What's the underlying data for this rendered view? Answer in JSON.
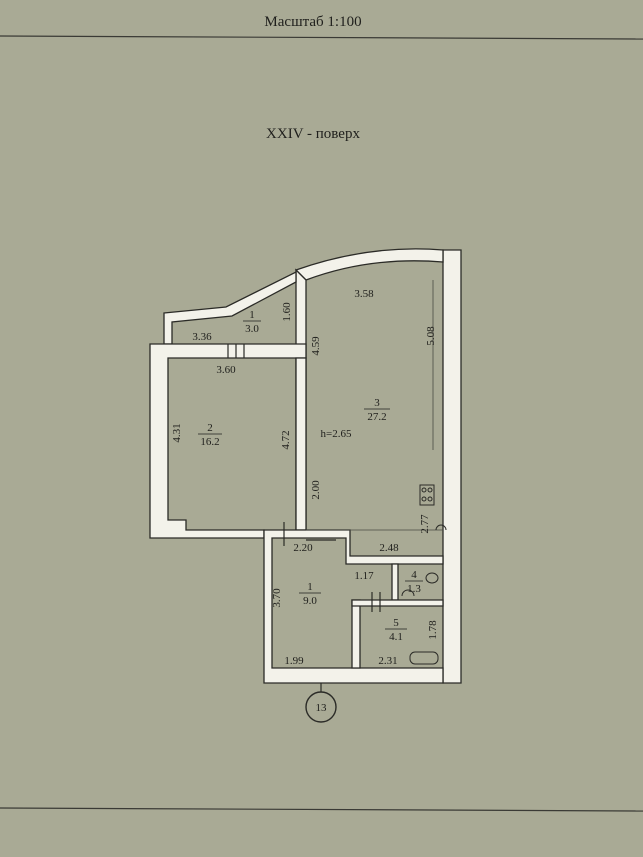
{
  "header": {
    "scale": "Масштаб 1:100"
  },
  "floor_title": "XXIV - поверх",
  "rooms": [
    {
      "number": "1",
      "area": "3.0"
    },
    {
      "number": "2",
      "area": "16.2"
    },
    {
      "number": "3",
      "area": "27.2"
    },
    {
      "number": "1",
      "area": "9.0"
    },
    {
      "number": "4",
      "area": "1.3"
    },
    {
      "number": "5",
      "area": "4.1"
    }
  ],
  "dimensions": {
    "balcony_width": "3.36",
    "balcony_depth": "1.60",
    "room2_width": "3.60",
    "room2_left": "4.31",
    "room2_right": "4.72",
    "room3_top": "3.58",
    "room3_left_upper": "4.59",
    "room3_left_lower": "2.00",
    "room3_right": "5.08",
    "ceiling_height": "h=2.65",
    "kitchen_side": "2.77",
    "hall_top": "2.20",
    "corridor": "2.48",
    "hall_left": "3.70",
    "wc_width": "1.17",
    "bath_height": "1.78",
    "hall_bottom": "1.99",
    "bath_width": "2.31"
  },
  "building_number": "13",
  "colors": {
    "paper": "#a9aa95",
    "wall": "#f3f2ea",
    "ink": "#1f1f1c"
  }
}
